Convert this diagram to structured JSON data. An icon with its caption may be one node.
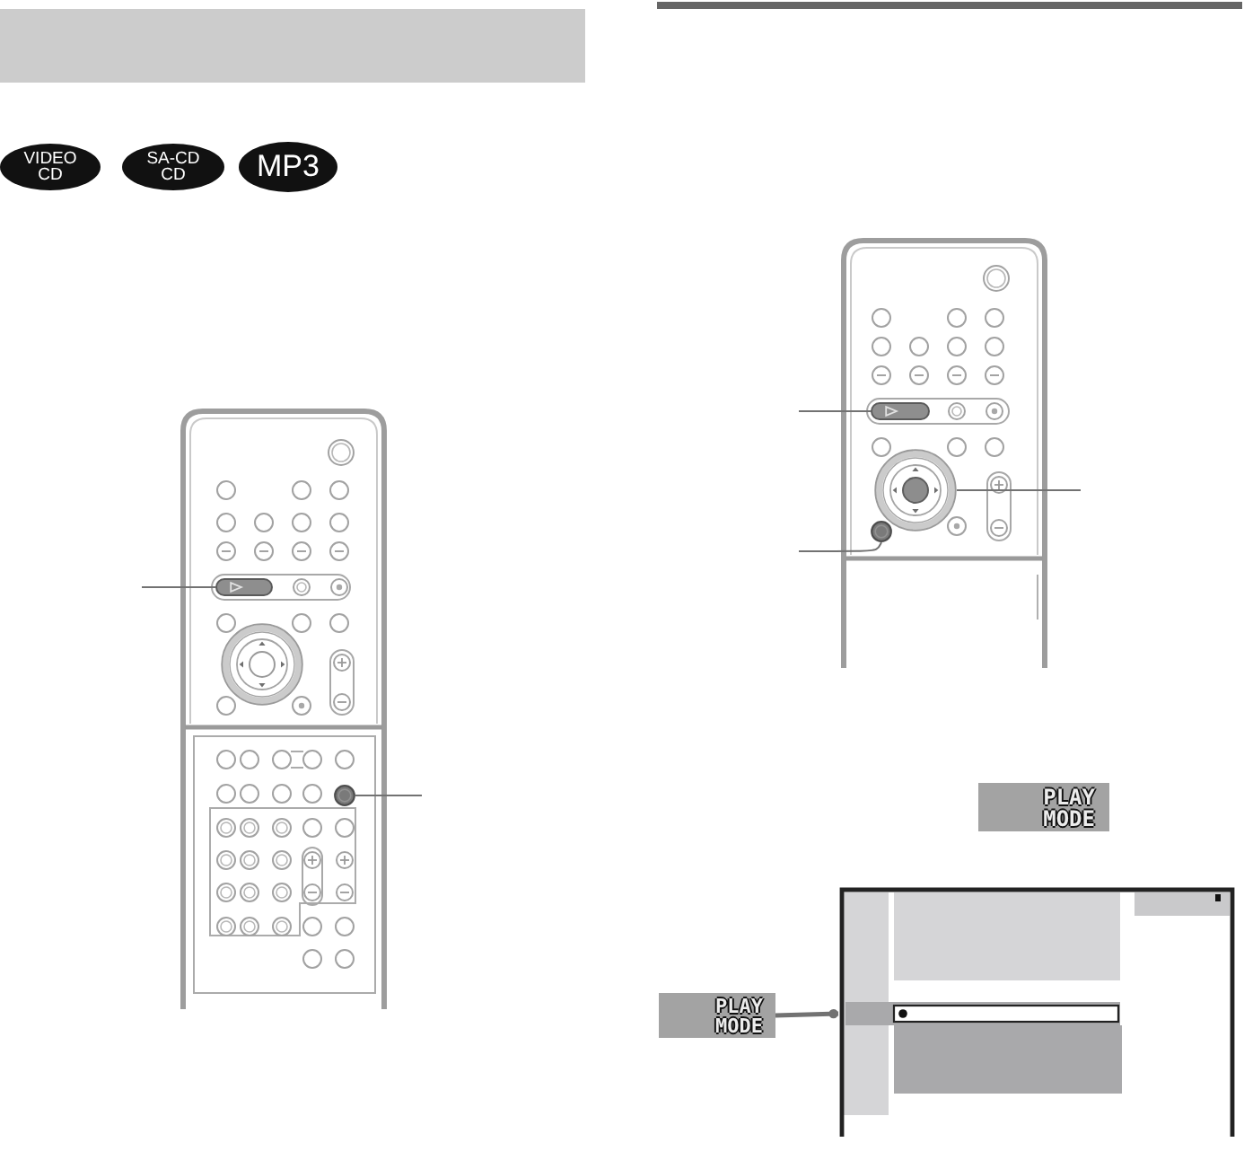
{
  "diagram": {
    "nodes": [
      {
        "text": [],
        "shape": "bar"
      },
      {
        "text": [],
        "shape": "button"
      },
      {
        "text": [],
        "shape": "circle"
      },
      {
        "text": [],
        "shape": "button"
      },
      {
        "text": [],
        "shape": "circle"
      },
      {
        "text": [],
        "shape": "circle"
      },
      {
        "text": [
          "PLAY MODE"
        ]
      },
      {
        "text": [],
        "shape": "box"
      },
      {
        "text": [],
        "shape": "box",
        "in": 7
      }
    ],
    "edges": [
      {
        "from": null,
        "to": 1,
        "arrow": "none"
      },
      {
        "from": null,
        "to": 2,
        "arrow": "none"
      },
      {
        "from": null,
        "to": 3,
        "arrow": "none"
      },
      {
        "from": null,
        "to": 4,
        "arrow": "none"
      },
      {
        "from": null,
        "to": 5,
        "arrow": "none"
      },
      {
        "from": 6,
        "to": 8,
        "arrow": "other",
        "style": "thick"
      }
    ],
    "labels": [
      "VIDEO CD",
      "SA-CD CD",
      "MP3",
      "PLAY MODE"
    ]
  }
}
